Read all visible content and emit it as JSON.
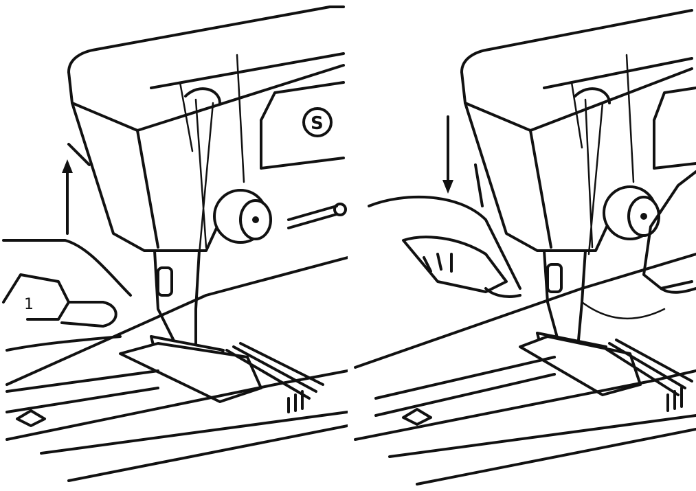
{
  "figure": {
    "panels": [
      {
        "id": "left",
        "step": "presser-foot-raised",
        "arrow_direction": "up",
        "finger_label": "1"
      },
      {
        "id": "right",
        "step": "presser-foot-lowered",
        "arrow_direction": "down"
      }
    ],
    "brand_logo_letter": "S"
  },
  "colors": {
    "ink": "#111111",
    "paper": "#ffffff"
  }
}
